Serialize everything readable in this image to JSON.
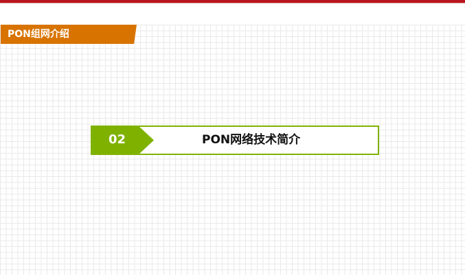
{
  "header": {
    "section_title": "PON组网介绍"
  },
  "chapter": {
    "number": "02",
    "title": "PON网络技术简介"
  },
  "colors": {
    "top_bar": "#b8161c",
    "section_banner": "#d87300",
    "chapter_accent": "#7fb200",
    "grid_line": "#e9e9e9"
  }
}
